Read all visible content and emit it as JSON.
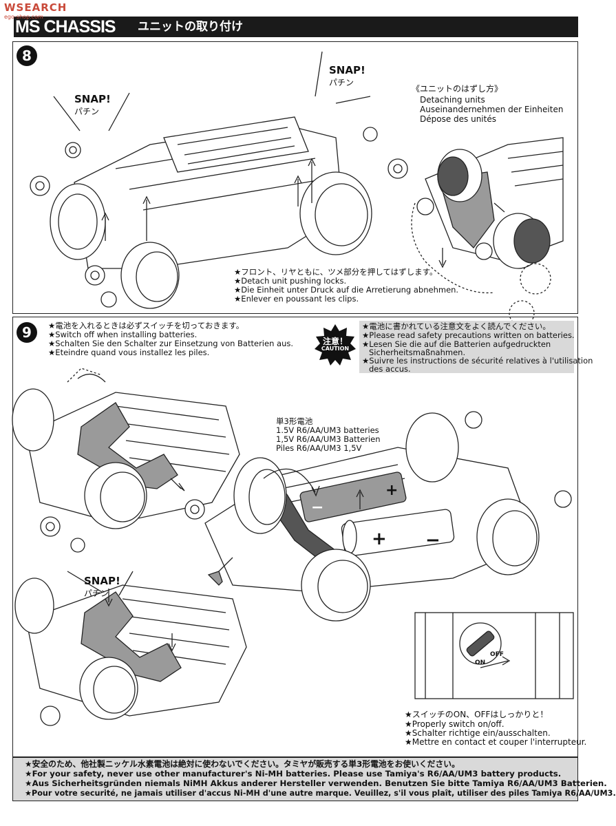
{
  "header": {
    "watermark": "WSEARCH",
    "watermark_sub": "ego-shop.com",
    "logo_text": "MS CHASSIS",
    "title_jp": "ユニットの取り付け"
  },
  "step8": {
    "number": "8",
    "snap_left": {
      "en": "SNAP!",
      "jp": "パチン"
    },
    "snap_right": {
      "en": "SNAP!",
      "jp": "パチン"
    },
    "detach": {
      "jp": "《ユニットのはずし方》",
      "en": "Detaching units",
      "de": "Auseinandernehmen der Einheiten",
      "fr": "Dépose des unités"
    },
    "note": {
      "jp": "★フロント、リヤともに、ツメ部分を押してはずします。",
      "en": "★Detach unit pushing locks.",
      "de": "★Die Einheit unter Druck auf die Arretierung abnehmen.",
      "fr": "★Enlever en poussant les clips."
    }
  },
  "step9": {
    "number": "9",
    "switch_note": {
      "jp": "★電池を入れるときは必ずスイッチを切っておきます。",
      "en": "★Switch off when installing batteries.",
      "de": "★Schalten Sie den Schalter zur Einsetzung von Batterien aus.",
      "fr": "★Eteindre quand vous installez les piles."
    },
    "caution": {
      "badge_jp": "注意！",
      "badge_en": "CAUTION",
      "jp": "★電池に書かれている注意文をよく読んでください。",
      "en": "★Please read safety precautions written on batteries.",
      "de1": "★Lesen Sie die auf die Batterien aufgedruckten",
      "de2": "Sicherheitsmaßnahmen.",
      "fr1": "★Suivre les instructions de sécurité relatives à l'utilisation",
      "fr2": "des accus."
    },
    "battery": {
      "jp": "単3形電池",
      "en": "1.5V R6/AA/UM3 batteries",
      "de": "1,5V R6/AA/UM3 Batterien",
      "fr": "Piles R6/AA/UM3 1,5V",
      "plus": "+",
      "minus": "−"
    },
    "snap": {
      "en": "SNAP!",
      "jp": "パチン"
    },
    "switch_labels": {
      "on": "ON",
      "off": "OFF"
    },
    "switch_caption": {
      "jp": "★スイッチのON、OFFはしっかりと！",
      "en": "★Properly switch on/off.",
      "de": "★Schalter richtige ein/ausschalten.",
      "fr": "★Mettre en contact et couper l'interrupteur."
    }
  },
  "footer": {
    "jp": "★安全のため、他社製ニッケル水素電池は絶対に使わないでください。タミヤが販売する単3形電池をお使いください。",
    "en": "★For your safety, never use other manufacturer's Ni-MH batteries. Please use Tamiya's R6/AA/UM3 battery products.",
    "de": "★Aus Sicherheitsgründen niemals NiMH Akkus anderer Hersteller verwenden. Benutzen Sie bitte Tamiya R6/AA/UM3 Batterien.",
    "fr": "★Pour votre securité, ne jamais utiliser d'accus Ni-MH d'une autre marque. Veuillez, s'il vous plaît, utiliser des piles Tamiya R6/AA/UM3."
  }
}
